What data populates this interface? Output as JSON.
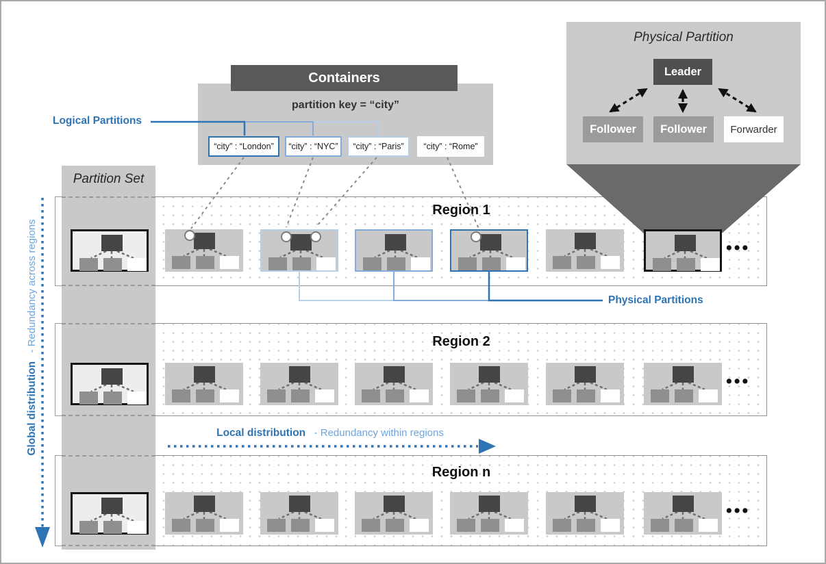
{
  "colors": {
    "accent_blue": "#2E74B5",
    "accent_blue_medium": "#84ACD9",
    "accent_blue_light": "#B7CFE9",
    "accent_blue_soft": "#6FA5DC",
    "panel_gray": "#C9C9C9",
    "header_dark": "#595959",
    "leader_dark": "#4F4F4F",
    "follower_gray": "#9B9B9B",
    "funnel_gray": "#6A6A6A",
    "band_border": "#8F8F8F"
  },
  "containers": {
    "title": "Containers",
    "partition_key": "partition key = “city”",
    "items": [
      {
        "label": "“city” : “London”",
        "tone": "dark"
      },
      {
        "label": "“city” : “NYC”",
        "tone": "medium"
      },
      {
        "label": "“city” : “Paris”",
        "tone": "light"
      },
      {
        "label": "“city” : “Rome”",
        "tone": "none"
      }
    ]
  },
  "labels": {
    "logical_partitions": "Logical Partitions",
    "physical_partitions": "Physical Partitions"
  },
  "physical_partition": {
    "title": "Physical Partition",
    "leader": "Leader",
    "followers": [
      "Follower",
      "Follower"
    ],
    "forwarder": "Forwarder"
  },
  "partition_set": {
    "title": "Partition Set"
  },
  "global_distribution": {
    "bold": "Global distribution",
    "rest": "- Redundancy across regions"
  },
  "local_distribution": {
    "bold": "Local distribution",
    "rest": "- Redundancy within regions"
  },
  "regions": [
    {
      "label": "Region 1",
      "ellipsis": "•••",
      "icons": [
        {
          "border": "none",
          "circles": [
            "left"
          ]
        },
        {
          "border": "light",
          "circles": [
            "left",
            "right"
          ]
        },
        {
          "border": "medium",
          "circles": []
        },
        {
          "border": "dark",
          "circles": [
            "left"
          ]
        },
        {
          "border": "none",
          "circles": []
        },
        {
          "border": "black",
          "circles": []
        }
      ]
    },
    {
      "label": "Region 2",
      "ellipsis": "•••",
      "icons": [
        {
          "border": "none",
          "circles": []
        },
        {
          "border": "none",
          "circles": []
        },
        {
          "border": "none",
          "circles": []
        },
        {
          "border": "none",
          "circles": []
        },
        {
          "border": "none",
          "circles": []
        },
        {
          "border": "none",
          "circles": []
        }
      ]
    },
    {
      "label": "Region n",
      "ellipsis": "•••",
      "icons": [
        {
          "border": "none",
          "circles": []
        },
        {
          "border": "none",
          "circles": []
        },
        {
          "border": "none",
          "circles": []
        },
        {
          "border": "none",
          "circles": []
        },
        {
          "border": "none",
          "circles": []
        },
        {
          "border": "none",
          "circles": []
        }
      ]
    }
  ]
}
